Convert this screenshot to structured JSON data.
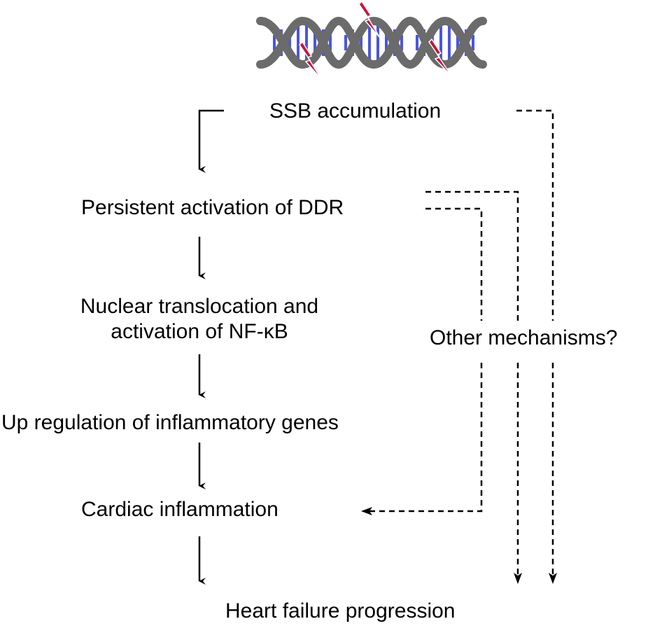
{
  "nodes": {
    "ssb": "SSB accumulation",
    "ddr": "Persistent activation of DDR",
    "nfkb_line1": "Nuclear translocation and",
    "nfkb_line2": "activation of NF-κB",
    "genes": "Up regulation of inflammatory genes",
    "inflammation": "Cardiac inflammation",
    "other": "Other mechanisms?",
    "heart_failure": "Heart failure progression"
  },
  "icons": {
    "dna": "dna-double-helix-icon",
    "damage": "lightning-bolt-icon"
  },
  "colors": {
    "helix_backbone": "#6b6b6b",
    "base_pairs": "#4a55e0",
    "lightning": "#c8143c",
    "arrow": "#000000"
  }
}
